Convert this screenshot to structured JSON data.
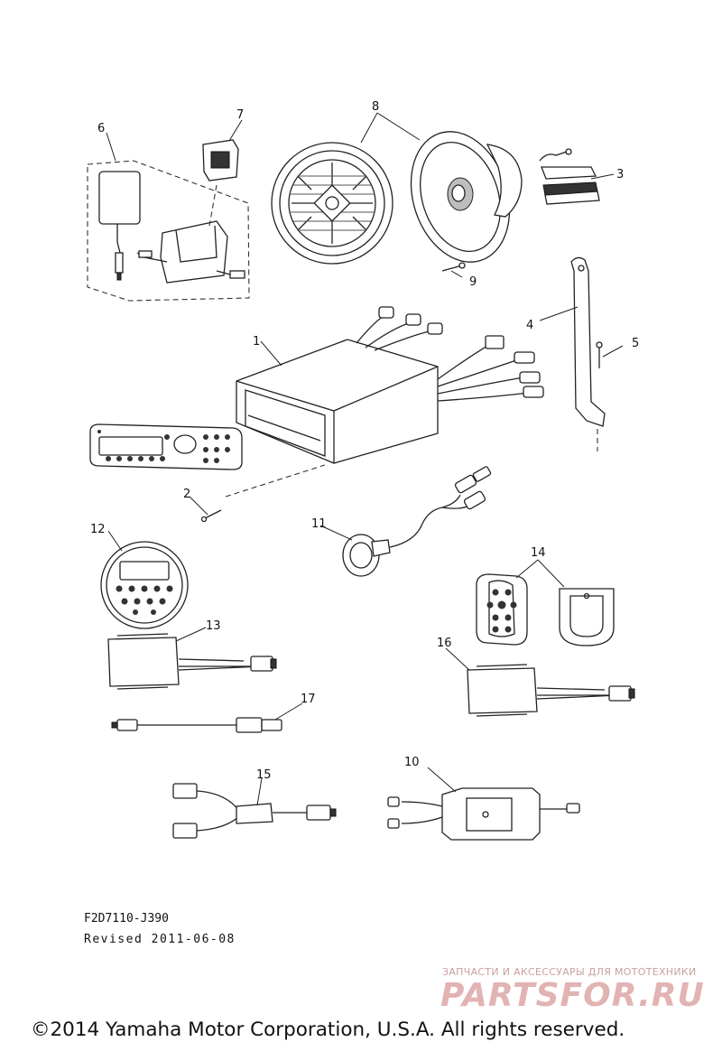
{
  "diagram": {
    "callouts": {
      "c1": "1",
      "c2": "2",
      "c3": "3",
      "c4": "4",
      "c5": "5",
      "c6": "6",
      "c7": "7",
      "c8": "8",
      "c9": "9",
      "c10": "10",
      "c11": "11",
      "c12": "12",
      "c13": "13",
      "c14": "14",
      "c15": "15",
      "c16": "16",
      "c17": "17"
    }
  },
  "footer": {
    "code": "F2D7110-J390",
    "revised": "Revised 2011-06-08",
    "copyright": "©2014 Yamaha Motor Corporation, U.S.A. All rights reserved."
  },
  "watermark": {
    "tagline": "ЗАПЧАСТИ И АКСЕССУАРЫ ДЛЯ МОТОТЕХНИКИ",
    "logo": "PARTSFOR.RU"
  }
}
